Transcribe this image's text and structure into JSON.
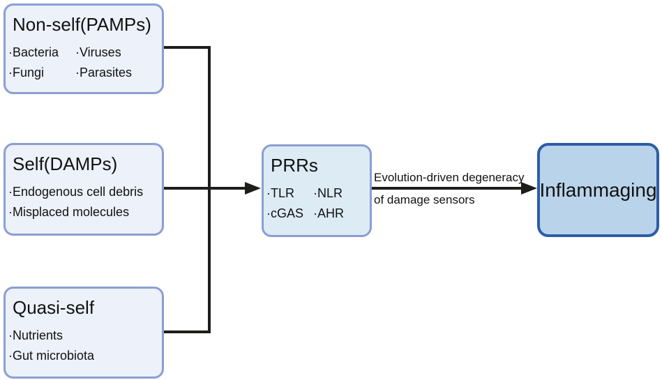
{
  "colors": {
    "background": "#ffffff",
    "text_color": "#111111",
    "line_color": "#1d1d1b",
    "light_box_fill": "#ecf1fa",
    "light_box_border": "#8c9ed2",
    "prr_box_fill": "#ddebf5",
    "prr_box_border": "#8c9ed2",
    "result_box_fill": "#b9d4ea",
    "result_box_border": "#2e5ca6"
  },
  "boxes": {
    "non_self": {
      "title": "Non-self(PAMPs)",
      "items": [
        "·Bacteria",
        "·Viruses",
        "·Fungi",
        "·Parasites"
      ]
    },
    "self": {
      "title": "Self(DAMPs)",
      "items": [
        "·Endogenous cell debris",
        "·Misplaced molecules"
      ]
    },
    "quasi_self": {
      "title": "Quasi-self",
      "items": [
        "·Nutrients",
        "·Gut microbiota"
      ]
    },
    "prrs": {
      "title": "PRRs",
      "items": [
        "·TLR",
        "·NLR",
        "·cGAS",
        "·AHR"
      ]
    },
    "inflammaging": {
      "title": "Inflammaging"
    }
  },
  "arrow_label": {
    "line1": "Evolution-driven degeneracy",
    "line2": "of damage sensors"
  }
}
